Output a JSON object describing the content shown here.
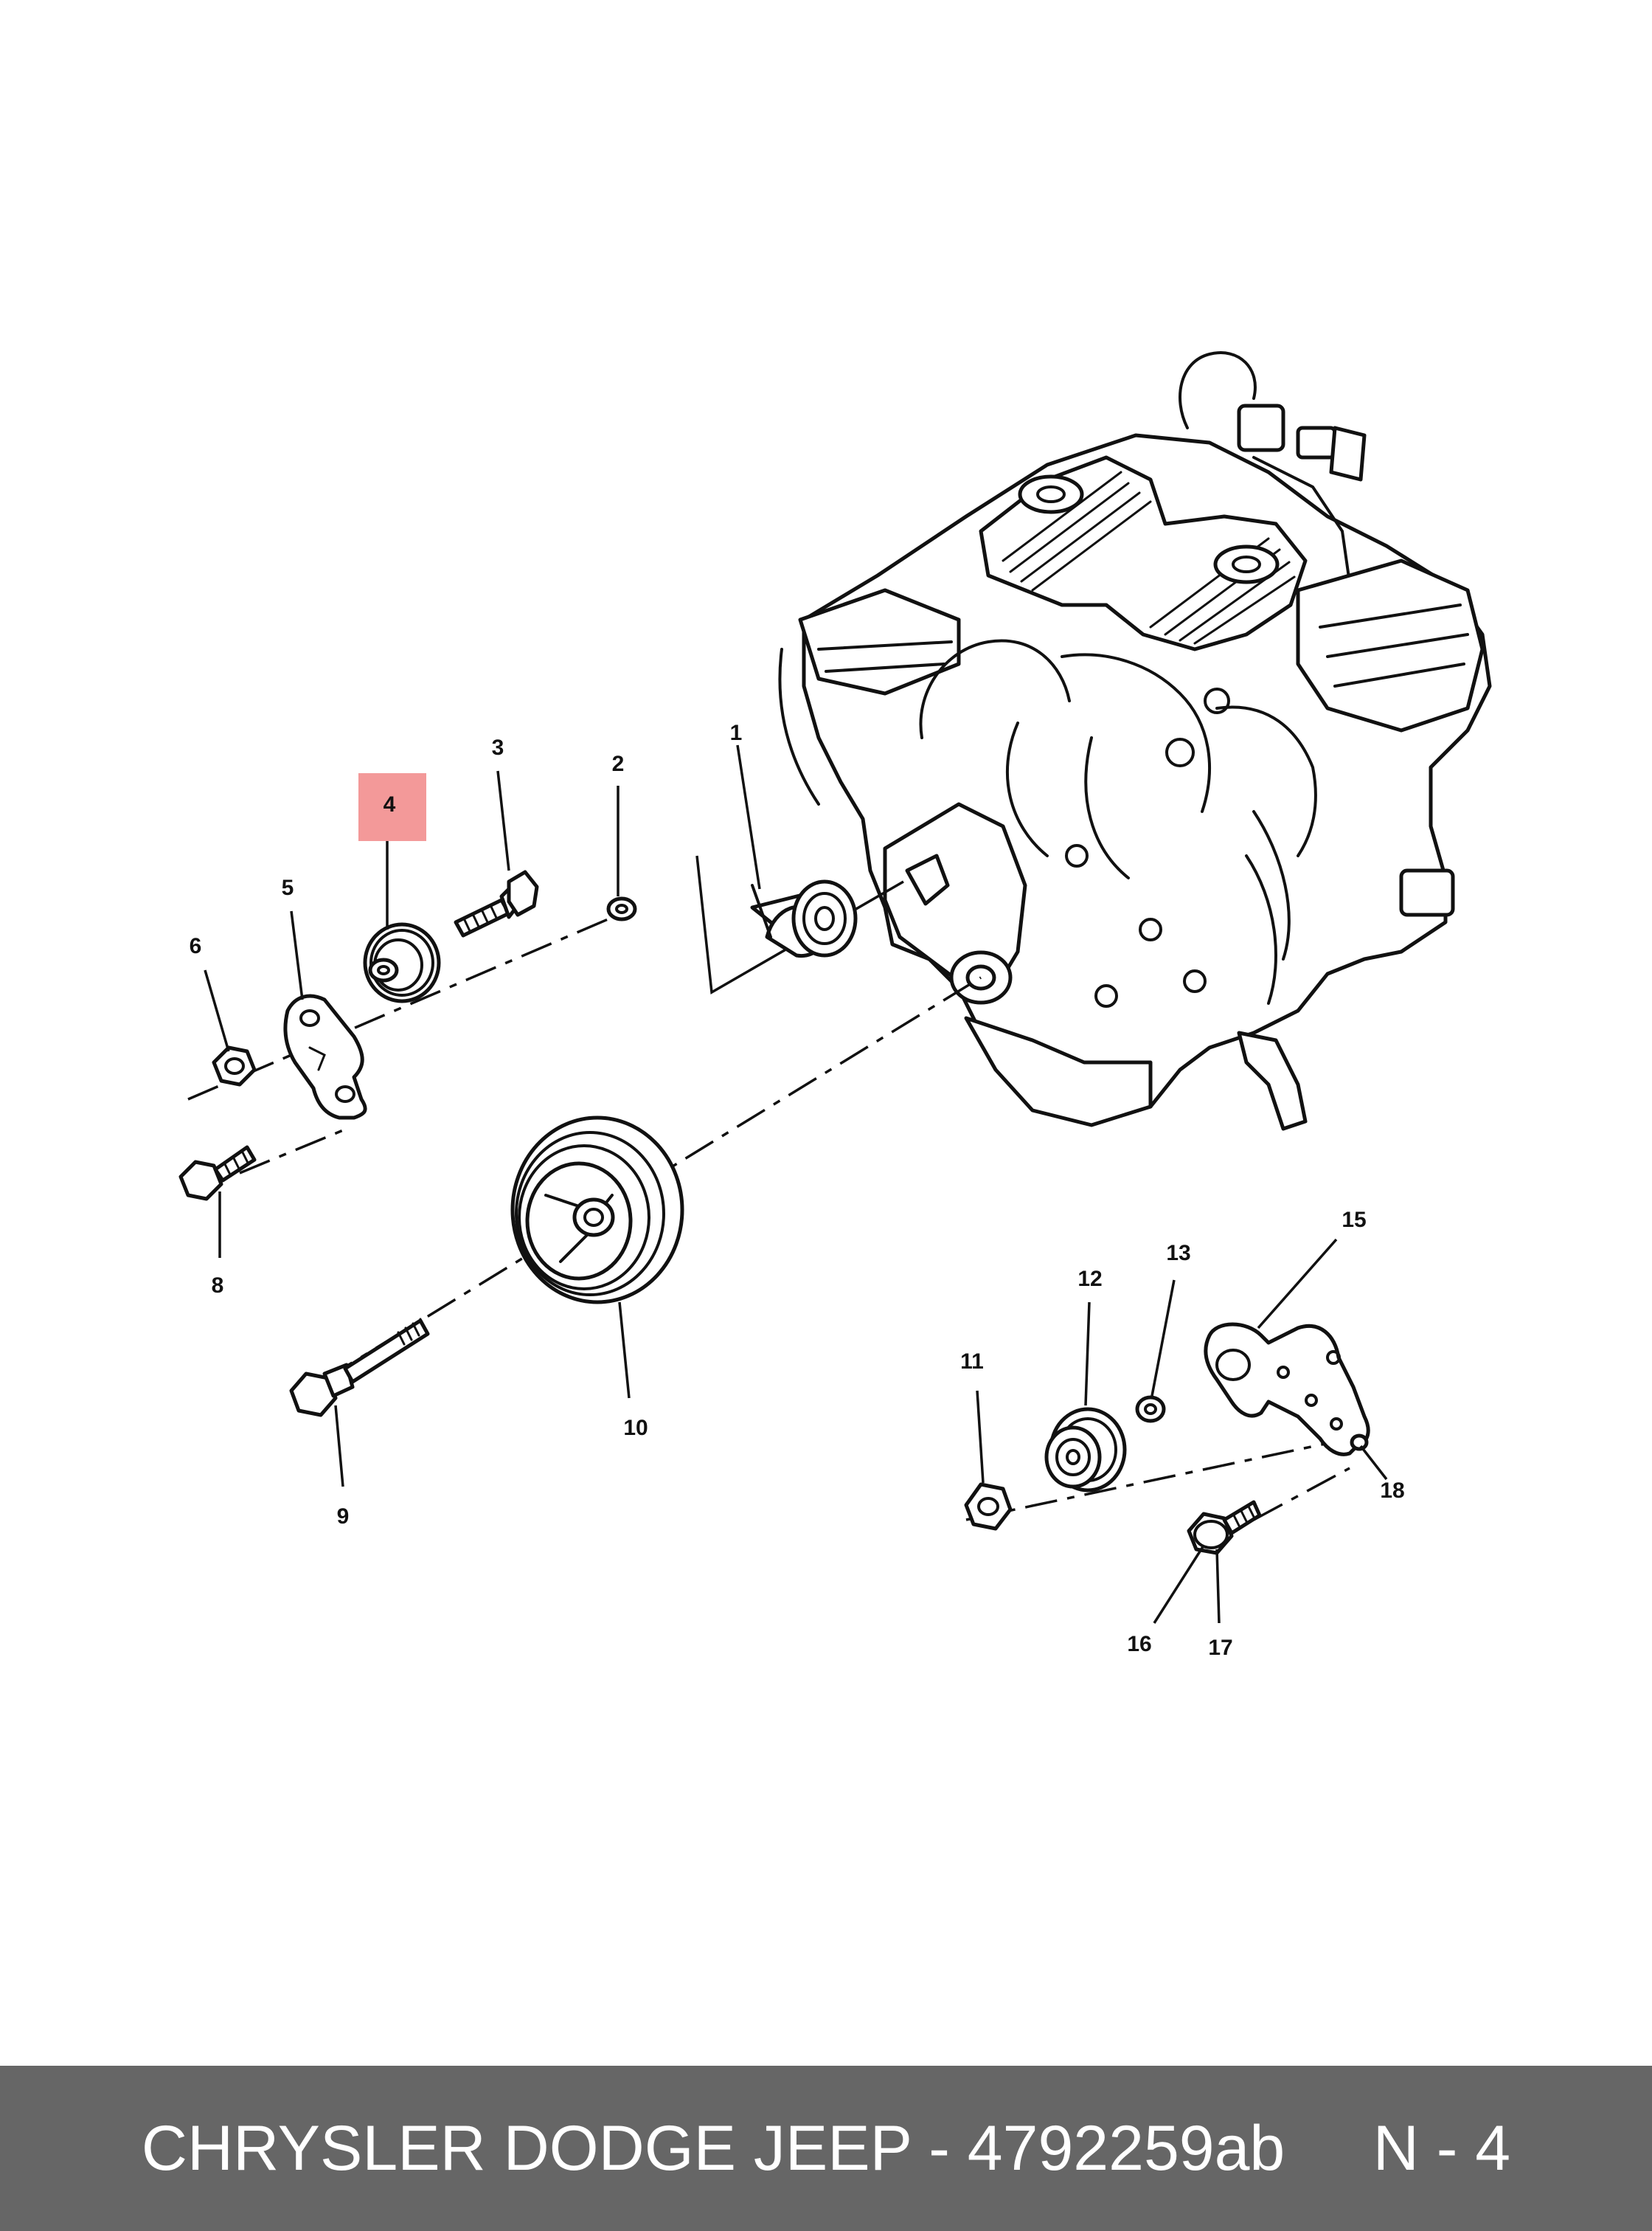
{
  "diagram": {
    "highlight_color": "#f08080",
    "highlighted_callout": "4",
    "callouts": [
      "1",
      "2",
      "3",
      "4",
      "5",
      "6",
      "8",
      "9",
      "10",
      "11",
      "12",
      "13",
      "15",
      "16",
      "17",
      "18"
    ]
  },
  "footer": {
    "text": "CHRYSLER DODGE JEEP - 4792259ab     N - 4",
    "background": "#666666",
    "text_color": "#ffffff"
  }
}
